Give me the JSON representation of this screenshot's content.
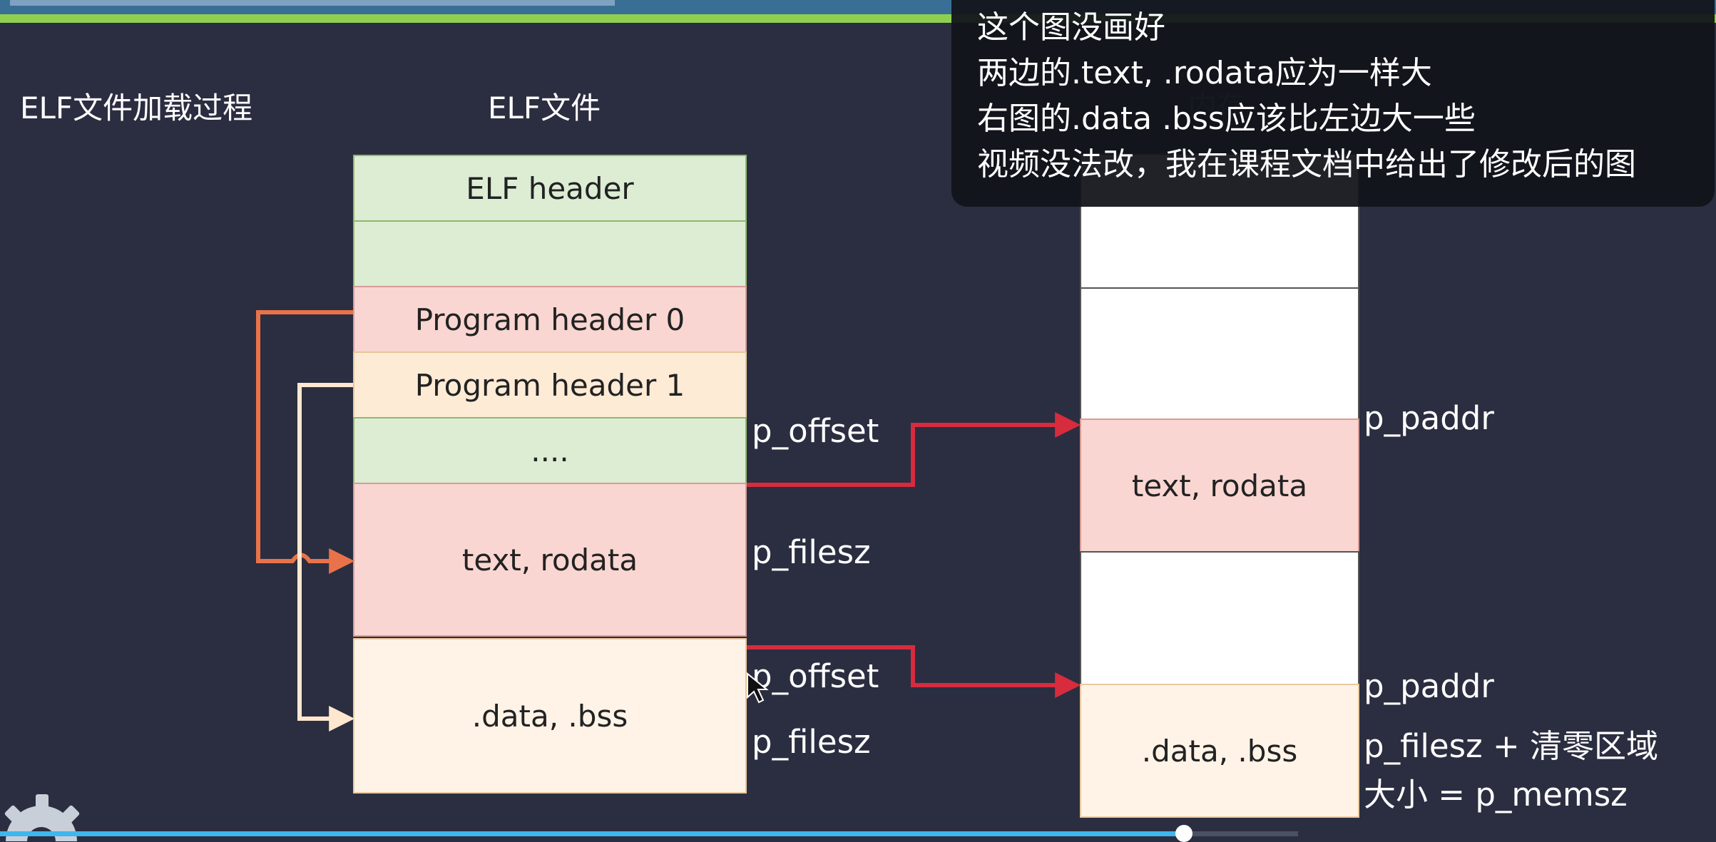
{
  "page": {
    "title_left": "ELF文件加载过程",
    "title_file": "ELF文件",
    "title_memory_faint": "内存"
  },
  "file_blocks": {
    "elf_header": "ELF header",
    "blank": "",
    "ph0": "Program header 0",
    "ph1": "Program header 1",
    "dots": "....",
    "text": "text, rodata",
    "data": ".data, .bss"
  },
  "file_labels": {
    "offset1": "p_offset",
    "filesz1": "p_filesz",
    "offset2": "p_offset",
    "filesz2": "p_filesz"
  },
  "mem_blocks": {
    "text": "text, rodata",
    "data": ".data, .bss"
  },
  "mem_labels": {
    "paddr1": "p_paddr",
    "paddr2": "p_paddr",
    "filesz_plus": "p_filesz + 清零区域",
    "memsz": "大小 = p_memsz"
  },
  "overlay": {
    "lines": [
      "这个图没画好",
      "两边的.text, .rodata应为一样大",
      "右图的.data .bss应该比左边大一些",
      "视频没法改，我在课程文档中给出了修改后的图"
    ]
  },
  "player": {
    "progress": 0.69
  },
  "colors": {
    "background": "#2b2e40",
    "arrow_orange": "#e8734a",
    "arrow_cream": "#ffe7cf",
    "arrow_red": "#d72b3e",
    "accent_green": "#8fd14f"
  },
  "icons": {
    "gear": "gear-icon"
  }
}
